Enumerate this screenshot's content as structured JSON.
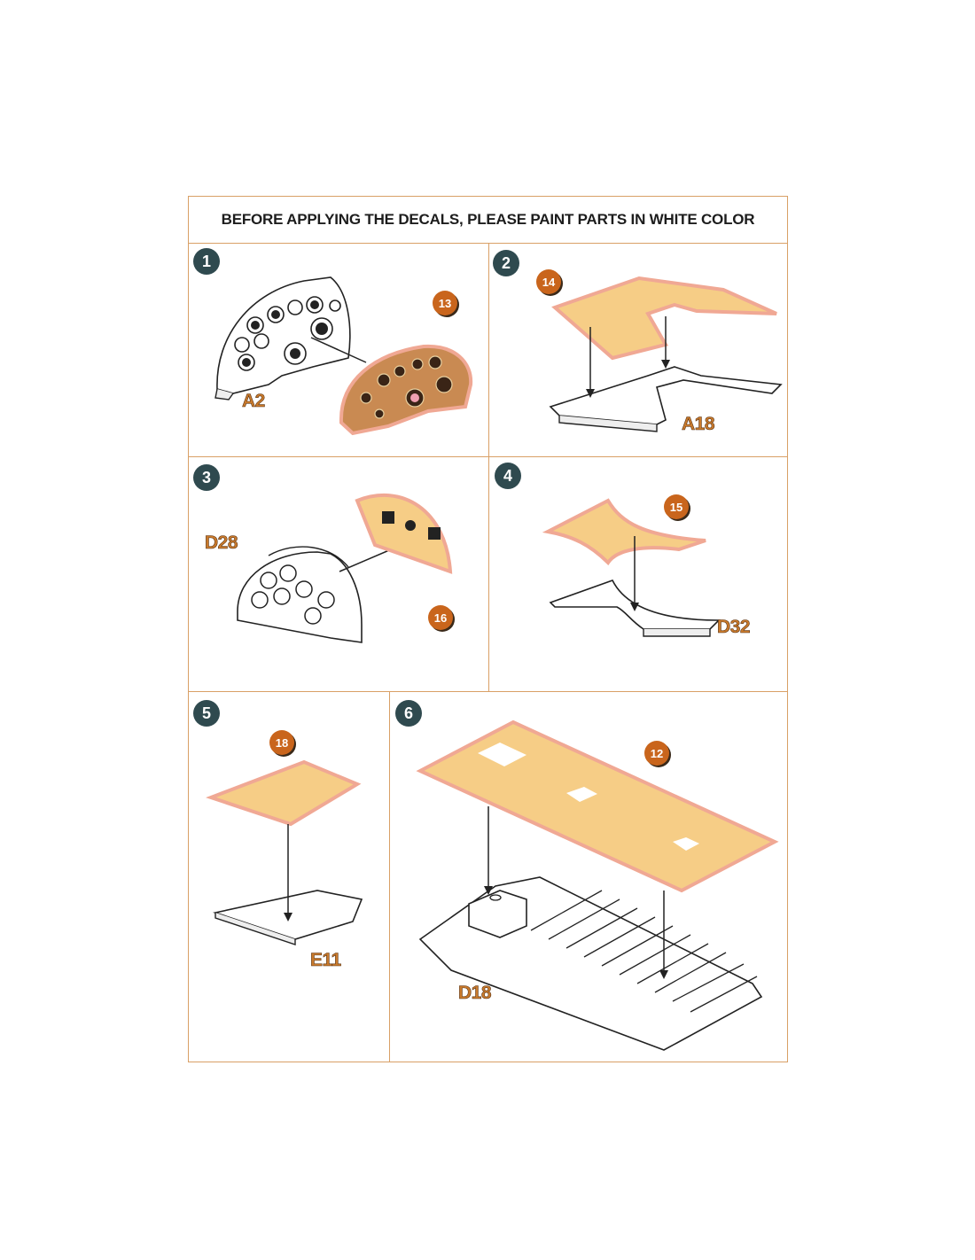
{
  "header": {
    "text": "BEFORE APPLYING THE DECALS, PLEASE PAINT PARTS IN WHITE COLOR"
  },
  "steps": [
    {
      "number": "1",
      "part": "A2",
      "decal": "13"
    },
    {
      "number": "2",
      "part": "A18",
      "decal": "14"
    },
    {
      "number": "3",
      "part": "D28",
      "decal": "16"
    },
    {
      "number": "4",
      "part": "D32",
      "decal": "15"
    },
    {
      "number": "5",
      "part": "E11",
      "decal": "18"
    },
    {
      "number": "6",
      "part": "D18",
      "decal": "12"
    }
  ],
  "colors": {
    "border": "#d9a066",
    "wood": "#f6cd86",
    "wood_edge": "#f0a894",
    "step_badge": "#2f4a4f",
    "decal_badge": "#c9651c",
    "part_label": "#c97a2c"
  }
}
